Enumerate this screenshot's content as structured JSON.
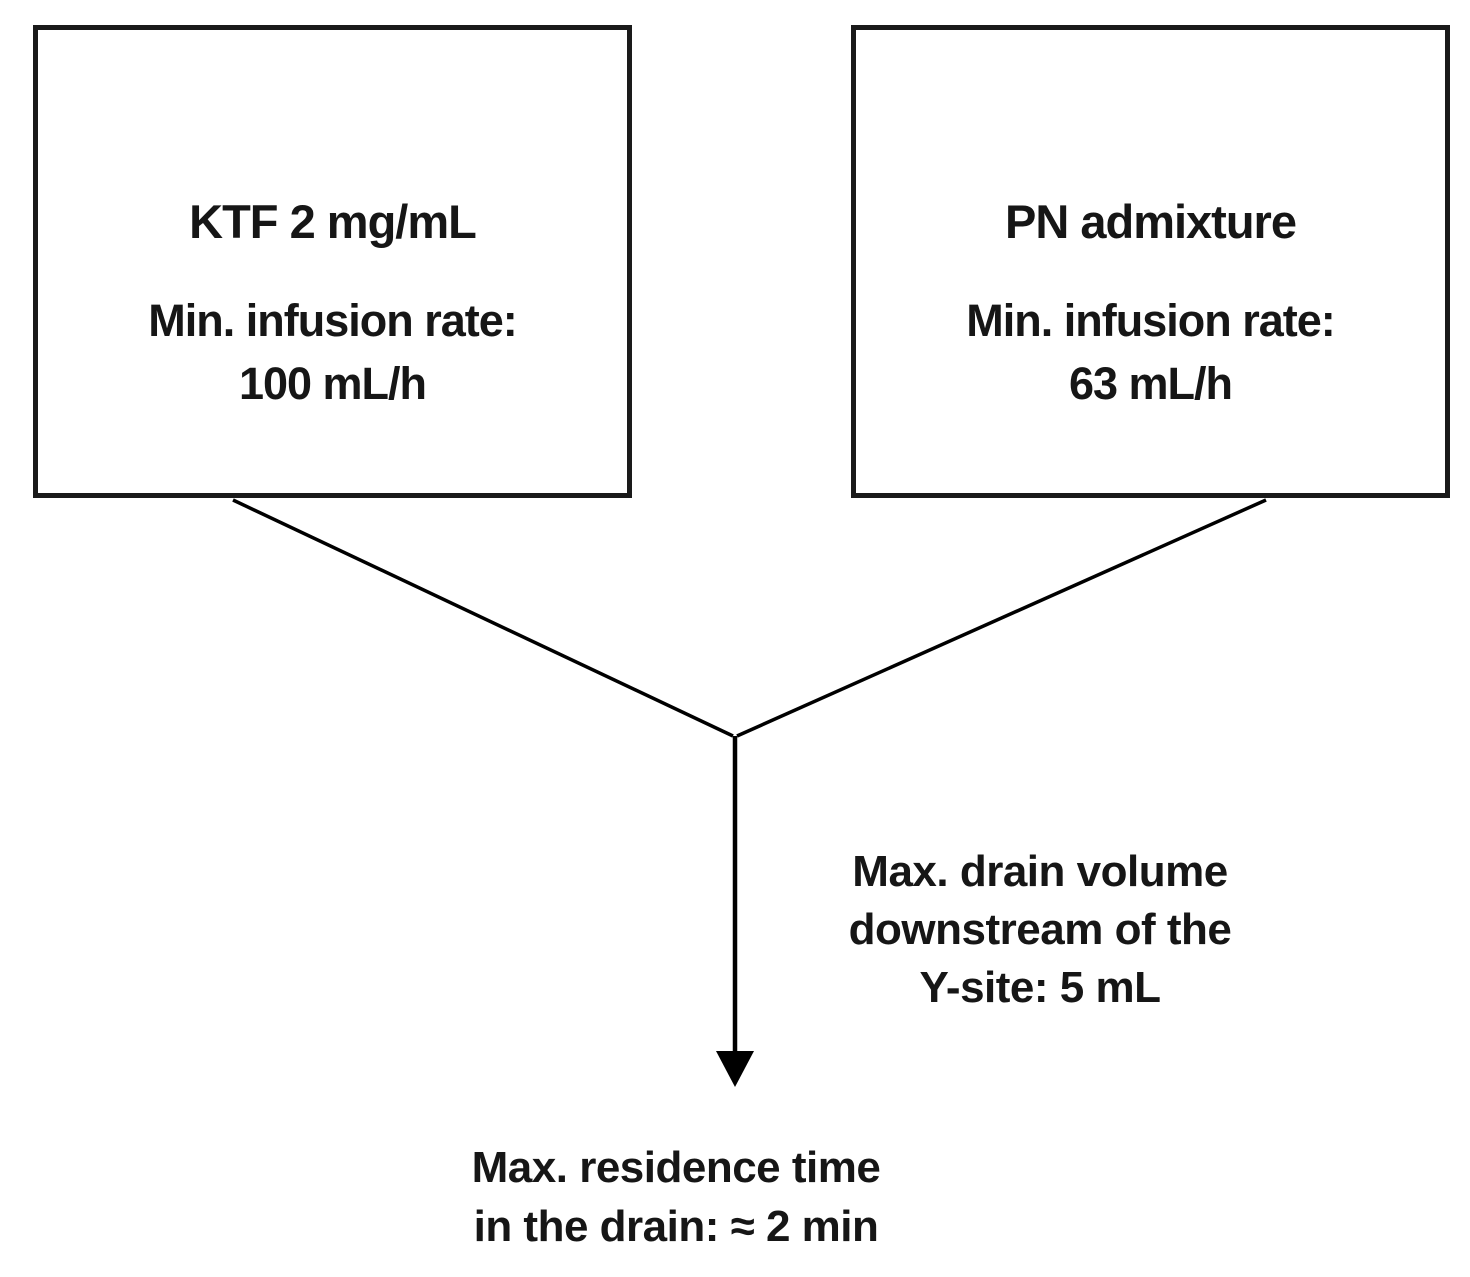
{
  "colors": {
    "background": "#ffffff",
    "line": "#000000",
    "text": "#161616",
    "box_border": "#1a1a1a"
  },
  "boxes": [
    {
      "title": "KTF 2 mg/mL",
      "rate_label": "Min. infusion rate:",
      "rate_value": "100 mL/h"
    },
    {
      "title": "PN admixture",
      "rate_label": "Min. infusion rate:",
      "rate_value": "63 mL/h"
    }
  ],
  "notes": {
    "drain_volume": {
      "line1": "Max. drain volume",
      "line2": "downstream of the",
      "line3": "Y-site: 5 mL"
    },
    "residence_time": {
      "line1": "Max. residence time",
      "line2": "in the drain: ≈ 2 min"
    }
  }
}
